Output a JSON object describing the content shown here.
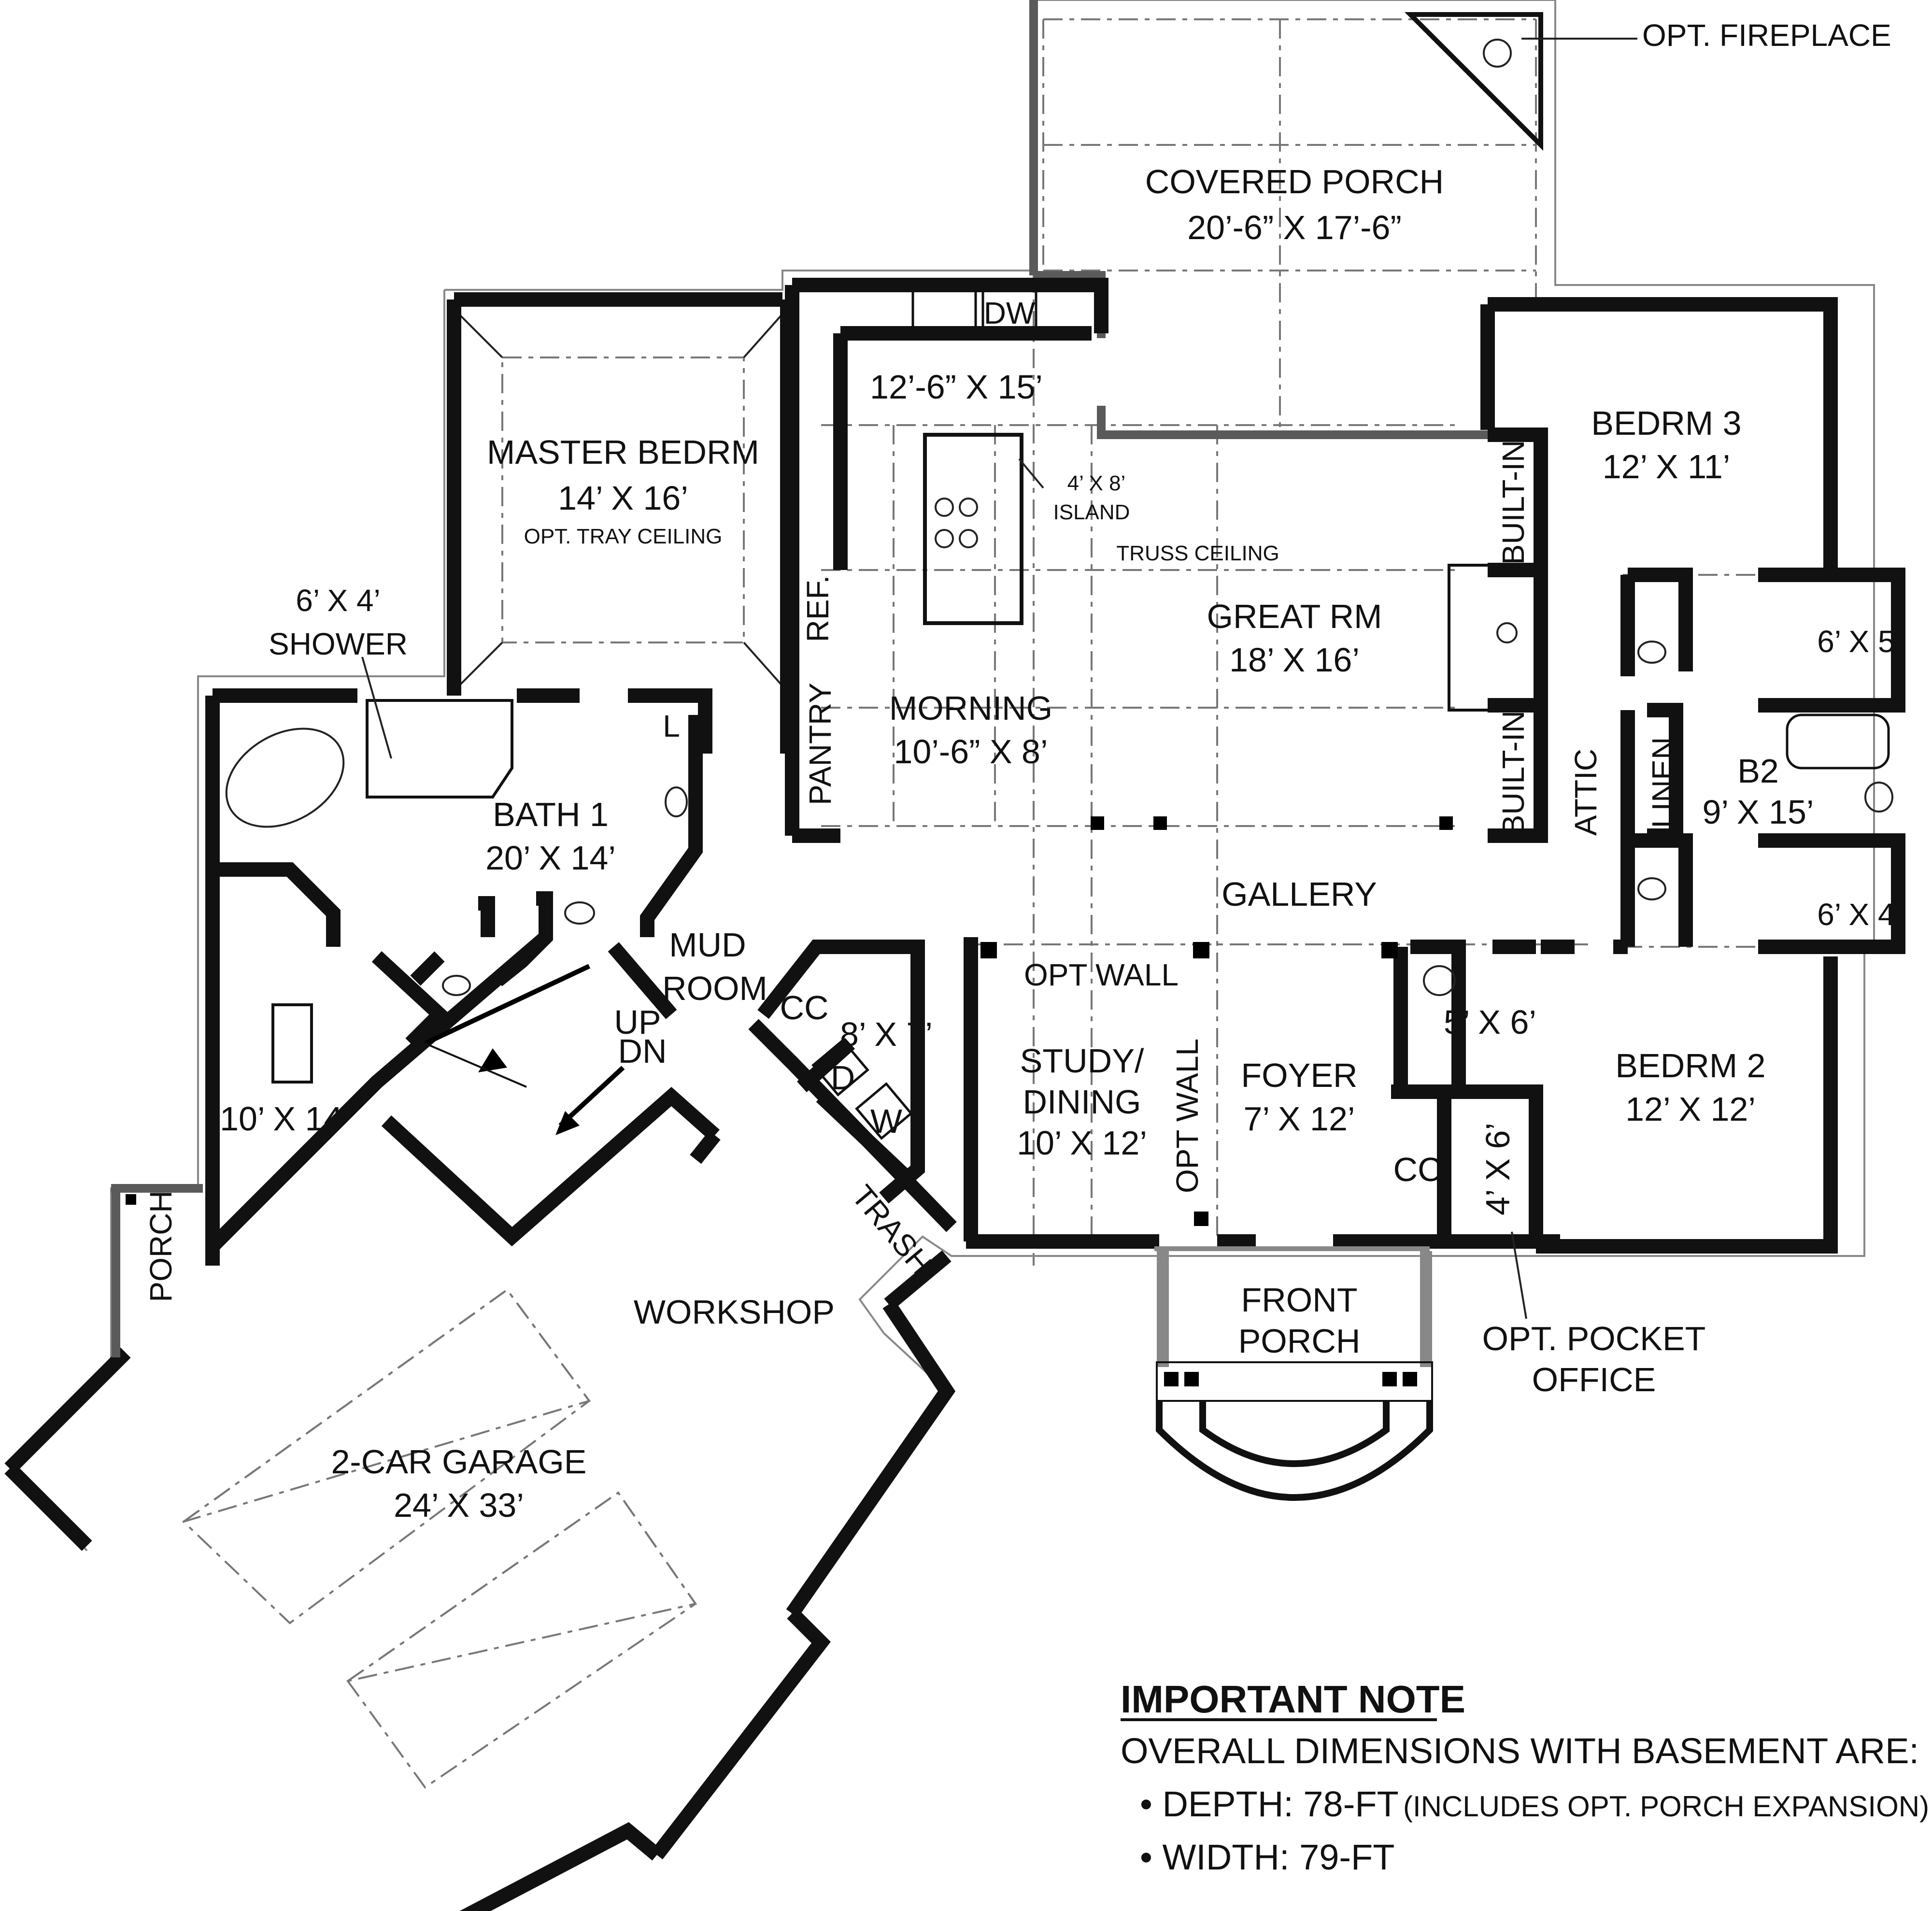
{
  "rooms": {
    "covered_porch": {
      "name": "COVERED PORCH",
      "size": "20’-6” X 17’-6”"
    },
    "fireplace": "OPT. FIREPLACE",
    "master": {
      "name": "MASTER BEDRM",
      "size": "14’ X 16’",
      "note": "OPT. TRAY CEILING"
    },
    "kitchen": {
      "size": "12’-6” X 15’",
      "dw": "DW",
      "ref": "REF.",
      "pantry": "PANTRY"
    },
    "island": {
      "size": "4’ X 8’",
      "name": "ISLAND"
    },
    "truss": "TRUSS CEILING",
    "great": {
      "name": "GREAT RM",
      "size": "18’ X 16’",
      "builtin_top": "BUILT-IN",
      "builtin_bottom": "BUILT-IN"
    },
    "bedrm3": {
      "name": "BEDRM 3",
      "size": "12’ X 11’"
    },
    "closet_6x5": "6’ X 5’",
    "b2": {
      "name": "B2",
      "size": "9’ X 15’",
      "linen": "LINEN",
      "attic": "ATTIC"
    },
    "closet_6x4": "6’ X 4’",
    "shower": {
      "size": "6’ X 4’",
      "name": "SHOWER"
    },
    "bath1": {
      "name": "BATH 1",
      "size": "20’ X 14’",
      "l": "L"
    },
    "morning": {
      "name": "MORNING",
      "size": "10’-6” X 8’"
    },
    "gallery": "GALLERY",
    "mud": {
      "line1": "MUD",
      "line2": "ROOM",
      "cc": "CC"
    },
    "stairs": {
      "up": "UP",
      "dn": "DN"
    },
    "laundry": {
      "size": "8’ X 7’",
      "d": "D",
      "w": "W",
      "trash": "TRASH"
    },
    "master_closet": "10’ X 14’",
    "study": {
      "line1": "STUDY/",
      "line2": "DINING",
      "size": "10’ X 12’",
      "opt_wall": "OPT WALL",
      "opt_wall_v": "OPT WALL"
    },
    "foyer": {
      "name": "FOYER",
      "size": "7’ X 12’",
      "cc": "CC"
    },
    "half_bath": "5’ X 6’",
    "pocket": {
      "size": "4’ X 6’",
      "line1": "OPT. POCKET",
      "line2": "OFFICE"
    },
    "bedrm2": {
      "name": "BEDRM 2",
      "size": "12’ X 12’"
    },
    "front_porch": {
      "line1": "FRONT",
      "line2": "PORCH"
    },
    "workshop": "WORKSHOP",
    "garage": {
      "name": "2-CAR GARAGE",
      "size": "24’ X 33’"
    },
    "side_porch": "PORCH"
  },
  "note": {
    "heading": "IMPORTANT NOTE",
    "line1": "OVERALL DIMENSIONS WITH BASEMENT ARE:",
    "depth": "• DEPTH: 78-FT",
    "depth_extra": "(INCLUDES OPT. PORCH EXPANSION)",
    "width": "• WIDTH: 79-FT"
  }
}
